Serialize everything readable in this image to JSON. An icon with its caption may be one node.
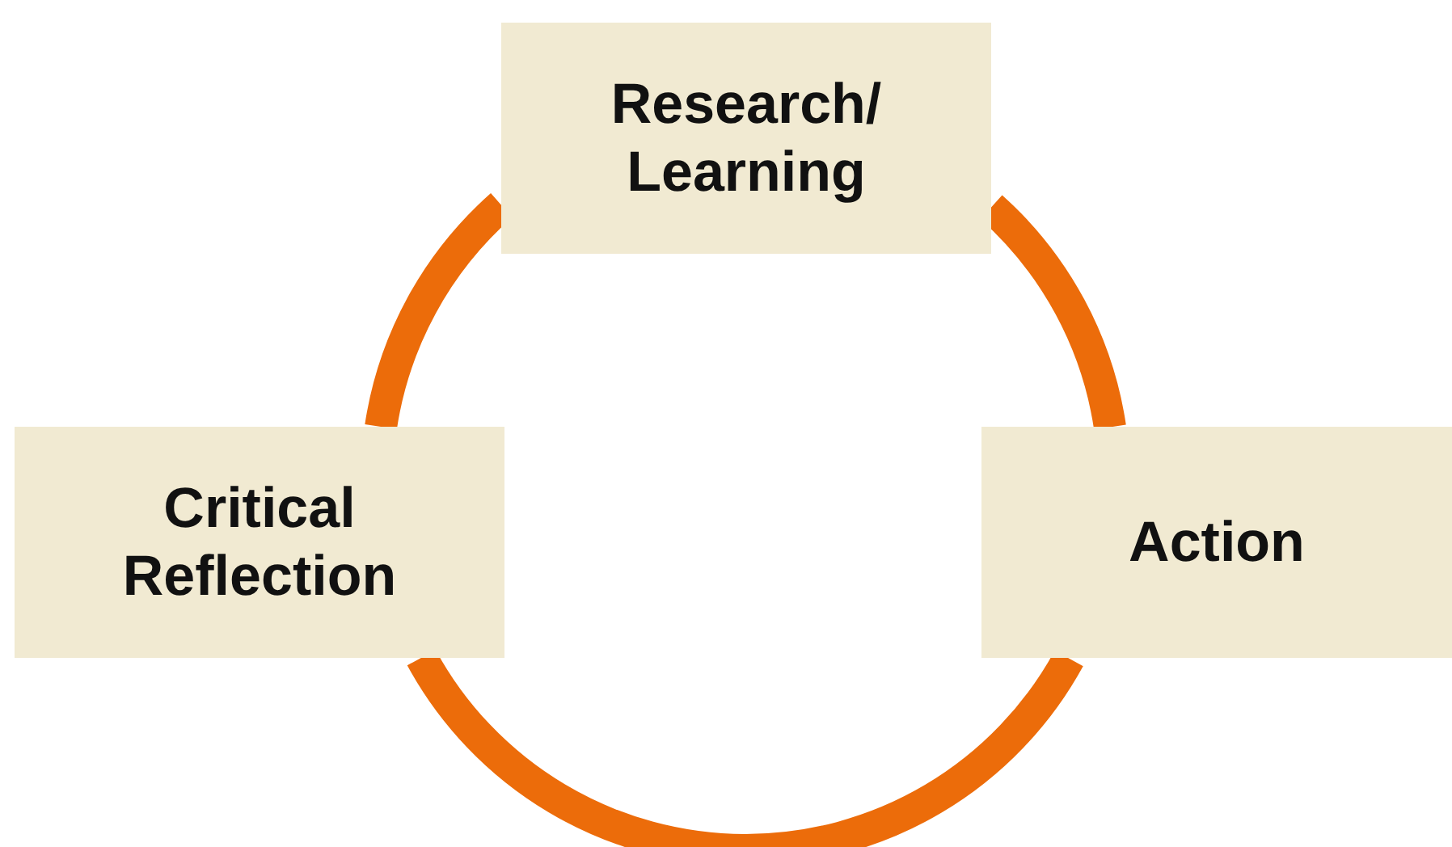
{
  "diagram": {
    "nodes": [
      {
        "text": [
          "Research/ Learning"
        ]
      },
      {
        "text": [
          "Action"
        ]
      },
      {
        "text": [
          "Critical Reflection"
        ]
      }
    ],
    "edges": [
      {
        "from": 0,
        "to": 1,
        "arrow": "none"
      },
      {
        "from": 1,
        "to": 2,
        "arrow": "none"
      },
      {
        "from": 2,
        "to": 0,
        "arrow": "none"
      }
    ]
  }
}
